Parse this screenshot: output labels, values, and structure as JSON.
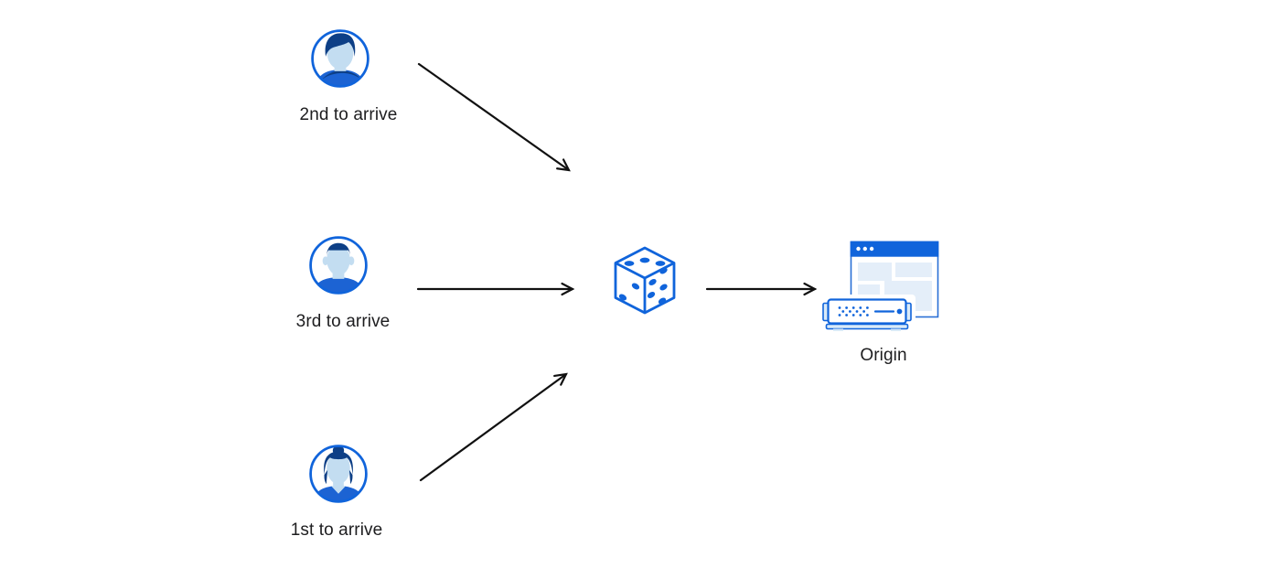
{
  "diagram": {
    "title": "",
    "nodes": {
      "user_top": {
        "label": "2nd to arrive",
        "icon": "user-avatar-male-swept-hair-icon"
      },
      "user_middle": {
        "label": "3rd to arrive",
        "icon": "user-avatar-male-flat-top-icon"
      },
      "user_bottom": {
        "label": "1st to arrive",
        "icon": "user-avatar-female-bun-icon"
      },
      "dice": {
        "label": "",
        "icon": "dice-icon",
        "pips": {
          "top_face": 3,
          "left_face": 2,
          "right_face": 5
        }
      },
      "origin": {
        "label": "Origin",
        "icon": "origin-browser-server-icon"
      }
    },
    "edges": [
      {
        "from": "user_top",
        "to": "dice",
        "style": "black-open-arrowhead"
      },
      {
        "from": "user_middle",
        "to": "dice",
        "style": "black-open-arrowhead"
      },
      {
        "from": "user_bottom",
        "to": "dice",
        "style": "black-open-arrowhead"
      },
      {
        "from": "dice",
        "to": "origin",
        "style": "black-open-arrowhead"
      }
    ],
    "colors": {
      "primary_blue": "#1064db",
      "shirt_blue": "#1c63d3",
      "hair_navy": "#0d3f86",
      "face_light_blue": "#c3ddf1",
      "panel_pale_blue": "#e4eef9",
      "server_pale_blue": "#d9eaf8",
      "arrow_black": "#111111",
      "text_black": "#1d1d1f",
      "background": "#ffffff"
    }
  }
}
